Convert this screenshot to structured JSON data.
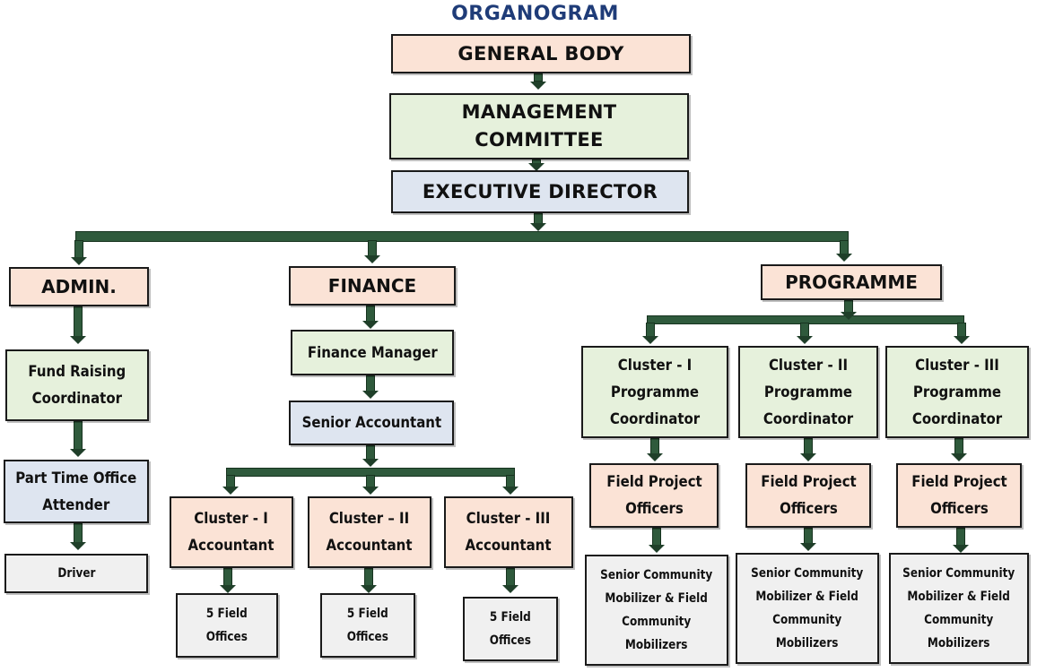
{
  "title": "ORGANOGRAM",
  "nodes": {
    "general_body": "GENERAL BODY",
    "management_committee": "MANAGEMENT\nCOMMITTEE",
    "executive_director": "EXECUTIVE DIRECTOR",
    "admin": "ADMIN.",
    "finance": "FINANCE",
    "programme": "PROGRAMME",
    "fund_raising_coordinator": "Fund Raising\nCoordinator",
    "part_time_office_attender": "Part Time Office\nAttender",
    "driver": "Driver",
    "finance_manager": "Finance Manager",
    "senior_accountant": "Senior Accountant",
    "cluster_1_accountant": "Cluster - I\nAccountant",
    "cluster_2_accountant": "Cluster – II\nAccountant",
    "cluster_3_accountant": "Cluster - III\nAccountant",
    "field_offices_1": "5 Field\nOffices",
    "field_offices_2": "5 Field\nOffices",
    "field_offices_3": "5 Field\nOffices",
    "cluster_1_coordinator": "Cluster - I\nProgramme\nCoordinator",
    "cluster_2_coordinator": "Cluster - II\nProgramme\nCoordinator",
    "cluster_3_coordinator": "Cluster - III\nProgramme\nCoordinator",
    "field_project_officers_1": "Field Project\nOfficers",
    "field_project_officers_2": "Field Project\nOfficers",
    "field_project_officers_3": "Field Project\nOfficers",
    "community_mobilizers_1": "Senior Community\nMobilizer & Field\nCommunity\nMobilizers",
    "community_mobilizers_2": "Senior Community\nMobilizer & Field\nCommunity\nMobilizers",
    "community_mobilizers_3": "Senior Community\nMobilizer & Field\nCommunity\nMobilizers"
  },
  "colors": {
    "peach": "#fbe3d6",
    "mint": "#e6f1dc",
    "blue": "#dee5f0",
    "grey": "#f0f0f0",
    "connector": "#2f5a3c",
    "title": "#1f3c78"
  }
}
